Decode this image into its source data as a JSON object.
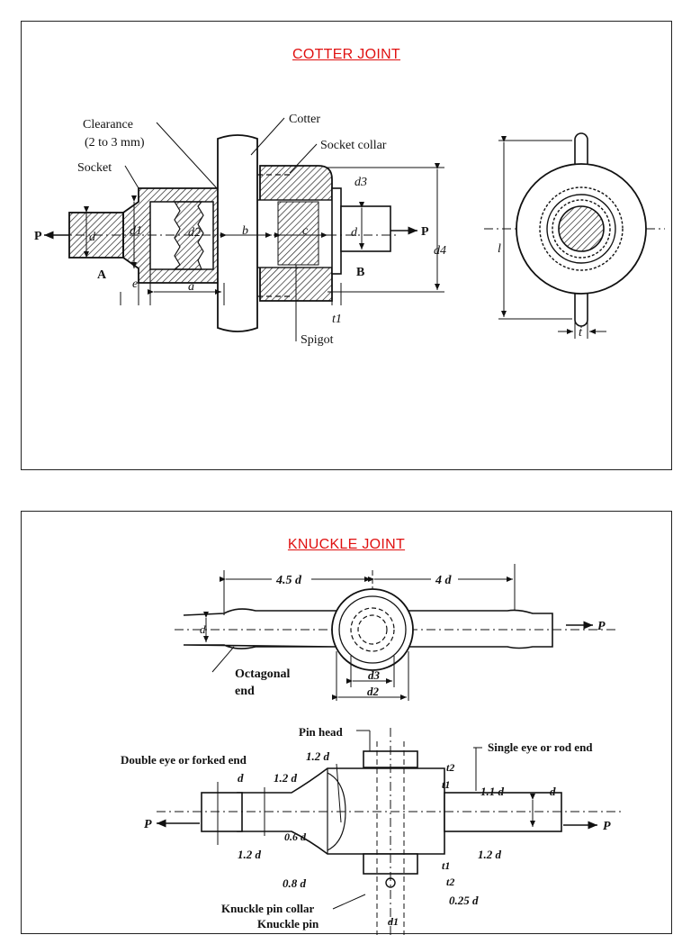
{
  "cotter": {
    "title": "COTTER JOINT",
    "labels": {
      "clearance": "Clearance",
      "clearance_range": "(2 to 3 mm)",
      "socket": "Socket",
      "cotter": "Cotter",
      "socket_collar": "Socket collar",
      "spigot": "Spigot",
      "d": "d",
      "d1": "d1",
      "d2": "d2",
      "d3": "d3",
      "d4": "d4",
      "b": "b",
      "c": "c",
      "a": "a",
      "e": "e",
      "t1": "t1",
      "l": "l",
      "t": "t",
      "P": "P",
      "A": "A",
      "B": "B"
    }
  },
  "knuckle": {
    "title": "KNUCKLE JOINT",
    "labels": {
      "dim_45d": "4.5 d",
      "dim_4d": "4 d",
      "P": "P",
      "d": "d",
      "octagonal": "Octagonal",
      "end": "end",
      "d3": "d3",
      "d2": "d2",
      "pin_head": "Pin head",
      "dim_12d_top": "1.2 d",
      "double_eye": "Double eye or forked end",
      "single_eye": "Single eye or rod end",
      "t2": "t2",
      "t1": "t1",
      "dim_12d": "1.2 d",
      "dim_11d": "1.1 d",
      "dim_06d": "0.6 d",
      "dim_08d": "0.8 d",
      "dim_025d": "0.25 d",
      "collar": "Knuckle pin collar",
      "knuckle_pin": "Knuckle pin",
      "d1": "d1"
    }
  }
}
